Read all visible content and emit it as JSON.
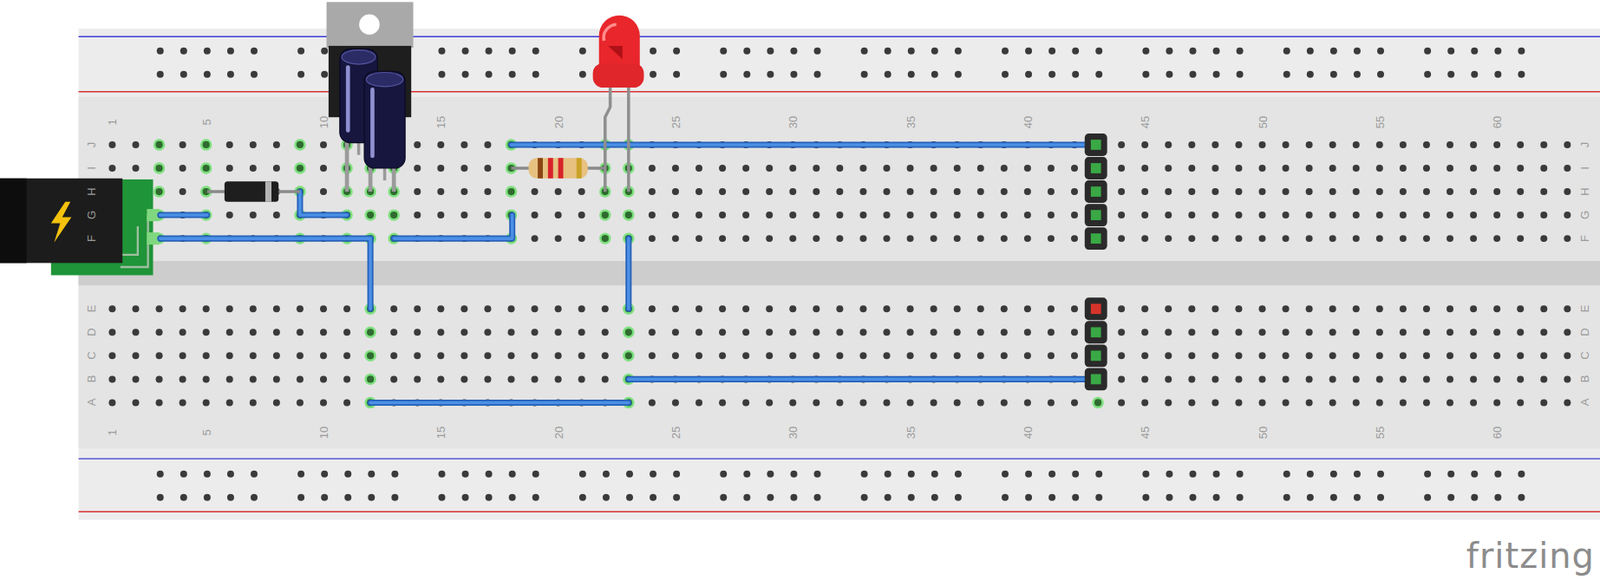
{
  "diagram": {
    "labels": [
      "1",
      "5",
      "10",
      "15",
      "20",
      "25",
      "30",
      "35",
      "40",
      "45",
      "50",
      "55",
      "60",
      "J",
      "J",
      "I",
      "I",
      "H",
      "H",
      "G",
      "G",
      "F",
      "F",
      "E",
      "E",
      "D",
      "D",
      "C",
      "C",
      "B",
      "B",
      "A",
      "A",
      "1",
      "5",
      "10",
      "15",
      "20",
      "25",
      "30",
      "35",
      "40",
      "45",
      "50",
      "55",
      "60",
      "fritzing"
    ]
  }
}
